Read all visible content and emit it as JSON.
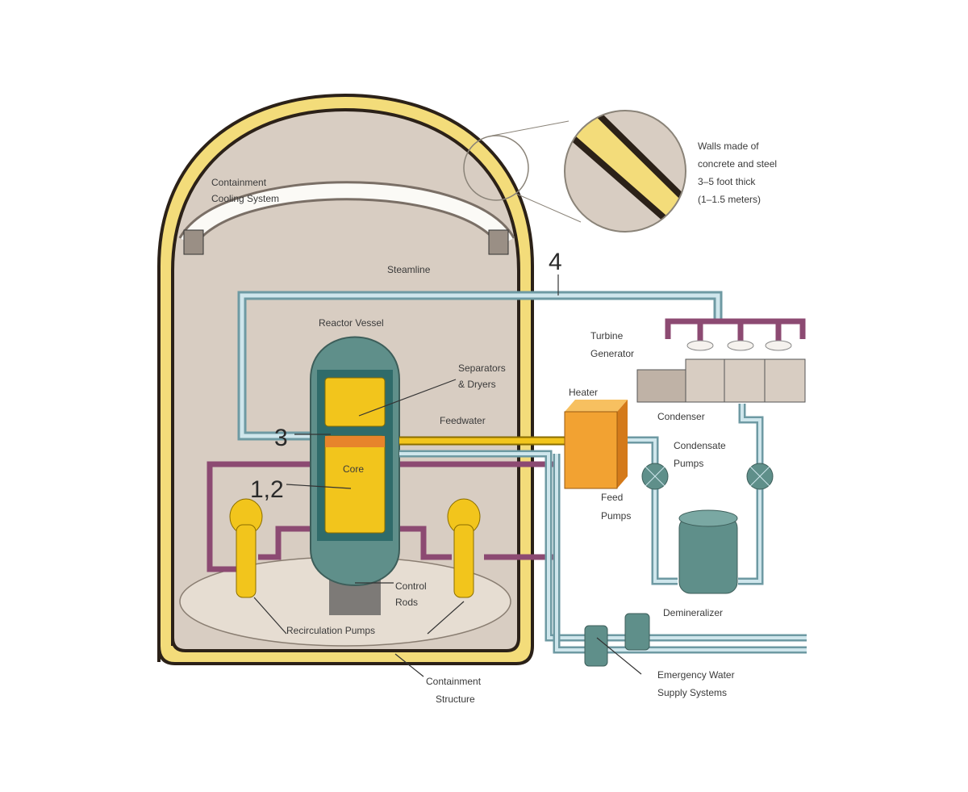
{
  "labels": {
    "cooling_1": "Containment",
    "cooling_2": "Cooling System",
    "steamline": "Steamline",
    "reactor_vessel": "Reactor Vessel",
    "separators_1": "Separators",
    "separators_2": "& Dryers",
    "feedwater": "Feedwater",
    "turbine_1": "Turbine",
    "turbine_2": "Generator",
    "heater": "Heater",
    "condenser": "Condenser",
    "condensate_1": "Condensate",
    "condensate_2": "Pumps",
    "feed_1": "Feed",
    "feed_2": "Pumps",
    "core": "Core",
    "control_1": "Control",
    "control_2": "Rods",
    "recirc": "Recirculation Pumps",
    "demineralizer": "Demineralizer",
    "structure_1": "Containment",
    "structure_2": "Structure",
    "emergency_1": "Emergency Water",
    "emergency_2": "Supply Systems",
    "walls_1": "Walls made of",
    "walls_2": "concrete and steel",
    "walls_3": "3–5 foot thick",
    "walls_4": "(1–1.5 meters)"
  },
  "markers": {
    "m4": "4",
    "m3": "3",
    "m12": "1,2"
  },
  "colors": {
    "wall": "#f3dc7a",
    "interior": "#d8cdc2",
    "vessel": "#5f8f8a",
    "core": "#f2c51c",
    "pipe": "#a9cdd6",
    "recirc": "#8c4a72",
    "heater": "#f2a232"
  }
}
